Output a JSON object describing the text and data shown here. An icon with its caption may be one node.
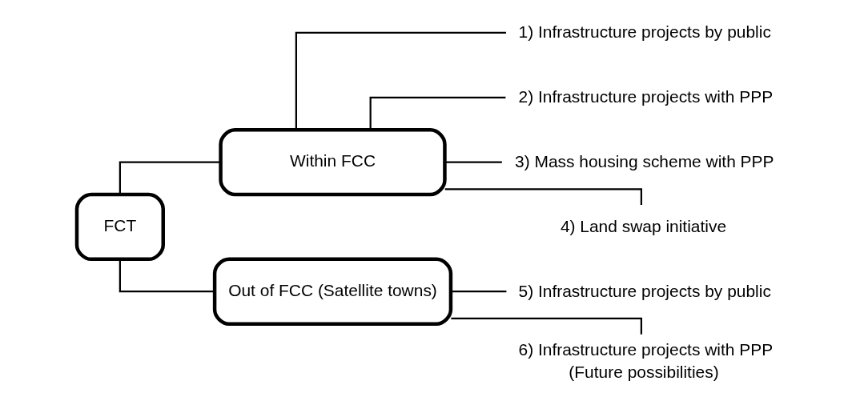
{
  "diagram": {
    "nodes": [
      {
        "text": [
          "FCT"
        ]
      },
      {
        "text": [
          "Within FCC"
        ]
      },
      {
        "text": [
          "Out of FCC (Satellite towns)"
        ]
      },
      {
        "text": [
          "1) Infrastructure projects by public"
        ]
      },
      {
        "text": [
          "2) Infrastructure projects with PPP"
        ]
      },
      {
        "text": [
          "3) Mass housing scheme with PPP"
        ]
      },
      {
        "text": [
          "4) Land swap initiative"
        ]
      },
      {
        "text": [
          "5) Infrastructure projects by public"
        ]
      },
      {
        "text": [
          "6) Infrastructure projects with PPP"
        ],
        "beside": [
          "(Future possibilities)"
        ]
      }
    ],
    "edges": [
      {
        "from": 0,
        "to": 1,
        "arrow": "none"
      },
      {
        "from": 0,
        "to": 2,
        "arrow": "none"
      },
      {
        "from": 1,
        "to": 3,
        "arrow": "none"
      },
      {
        "from": 1,
        "to": 4,
        "arrow": "none"
      },
      {
        "from": 1,
        "to": 5,
        "arrow": "none"
      },
      {
        "from": 1,
        "to": 6,
        "arrow": "none"
      },
      {
        "from": 2,
        "to": 7,
        "arrow": "none"
      },
      {
        "from": 2,
        "to": 8,
        "arrow": "none"
      }
    ]
  }
}
